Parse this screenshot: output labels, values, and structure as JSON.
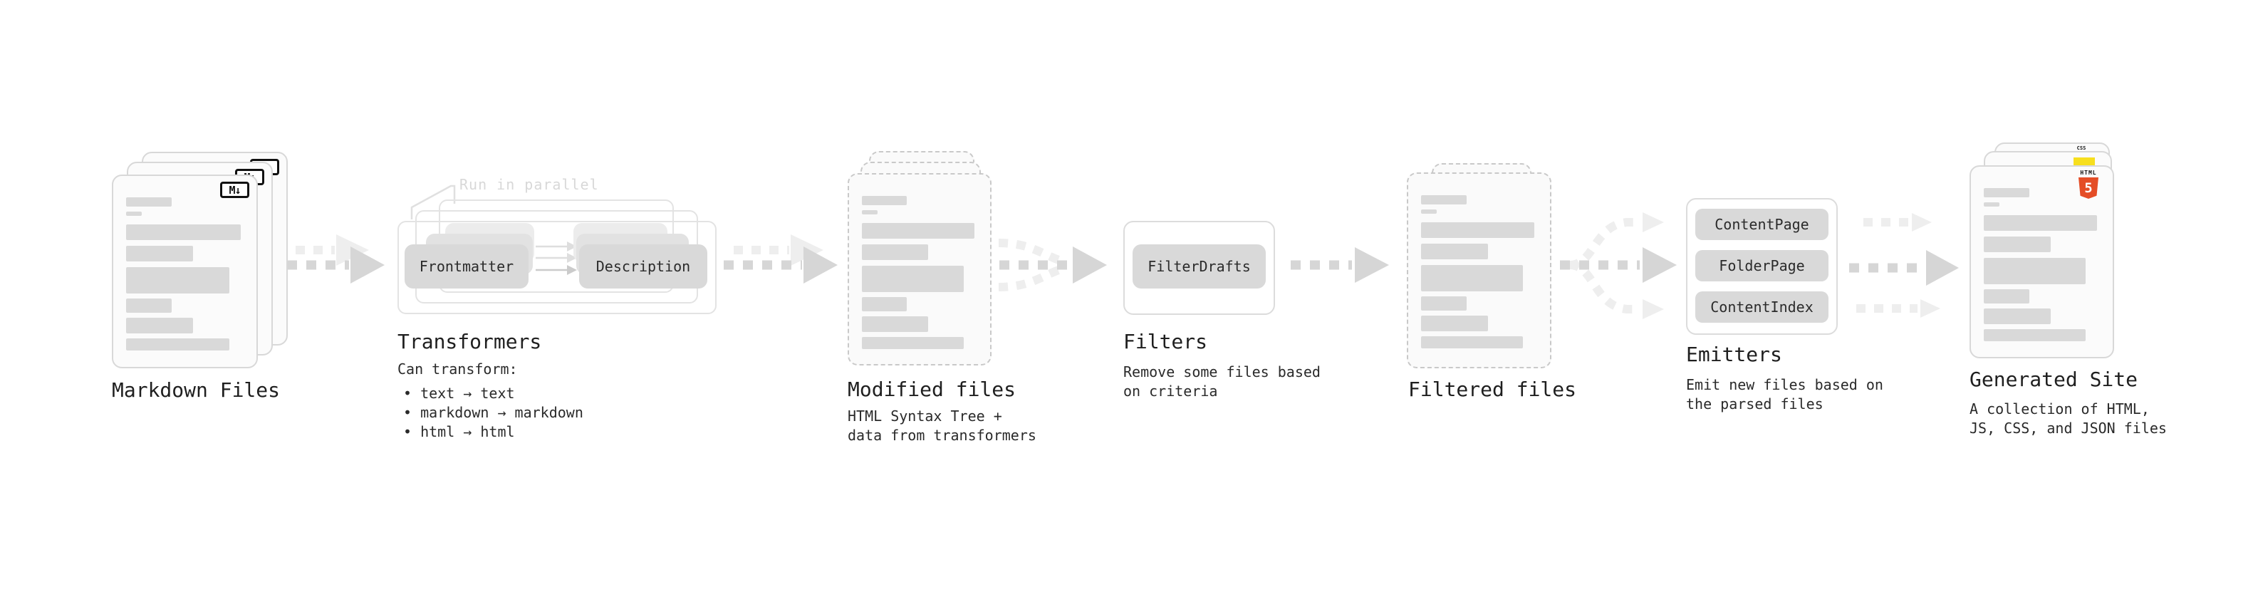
{
  "colors": {
    "background": "#ffffff",
    "text": "#1f1f1f",
    "faint_text": "#d8d8d8",
    "card_fill": "#fbfbfb",
    "card_border": "#d8d8d8",
    "dashed_border": "#c9c9c9",
    "skeleton": "#d9d9d9",
    "pill_fill": "#d9d9d9",
    "pill_ghost1": "#e2e2e2",
    "pill_ghost2": "#ececec",
    "box_border": "#e3e3e3",
    "arrow_dark": "#d6d6d6",
    "arrow_light": "#eeeeee",
    "html5_orange": "#e44d26",
    "js_yellow": "#f7df1e",
    "css_blue": "#2965f1",
    "badge_black": "#111111"
  },
  "stages": {
    "markdown_files": {
      "label": "Markdown Files",
      "badge": "M↓"
    },
    "transformers": {
      "label": "Transformers",
      "annotation": "Run in parallel",
      "pill_left": "Frontmatter",
      "pill_right": "Description",
      "description": "Can transform:",
      "bullets": [
        "text → text",
        "markdown → markdown",
        "html → html"
      ]
    },
    "modified_files": {
      "label": "Modified files",
      "description_lines": [
        "HTML Syntax Tree +",
        "data from transformers"
      ]
    },
    "filters": {
      "label": "Filters",
      "pill": "FilterDrafts",
      "description_lines": [
        "Remove some files based",
        "on criteria"
      ]
    },
    "filtered_files": {
      "label": "Filtered files"
    },
    "emitters": {
      "label": "Emitters",
      "pills": [
        "ContentPage",
        "FolderPage",
        "ContentIndex"
      ],
      "description_lines": [
        "Emit new files based on",
        "the parsed files"
      ]
    },
    "generated_site": {
      "label": "Generated Site",
      "description_lines": [
        "A collection of HTML,",
        "JS, CSS, and JSON files"
      ],
      "file_icons": {
        "html_label": "HTML",
        "html_number": "5",
        "css_label": "CSS"
      }
    }
  },
  "skeletons": {
    "doc": [
      [
        32,
        13,
        30
      ],
      [
        11,
        6,
        7
      ],
      [
        80,
        22,
        12
      ],
      [
        47,
        22,
        8
      ],
      [
        72,
        37,
        8
      ],
      [
        32,
        20,
        7
      ],
      [
        47,
        22,
        7
      ],
      [
        72,
        17,
        7
      ]
    ]
  }
}
